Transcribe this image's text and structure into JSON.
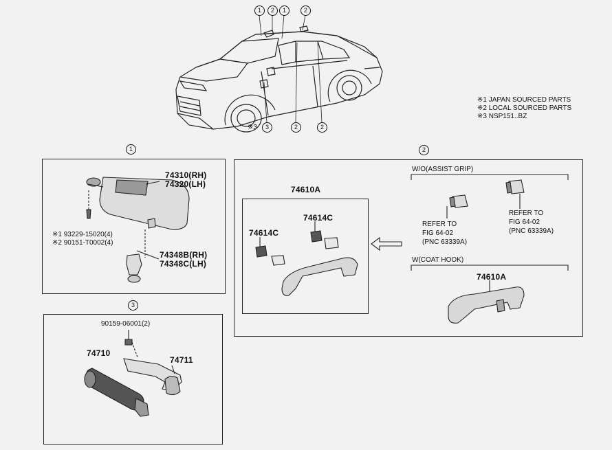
{
  "notes": [
    "※1 JAPAN SOURCED PARTS",
    "※2 LOCAL SOURCED PARTS",
    "※3 NSP151..BZ"
  ],
  "car_callouts": {
    "top": [
      "1",
      "2",
      "1",
      "2"
    ],
    "bottom_mark": "※3",
    "bottom": [
      "3",
      "2",
      "2"
    ]
  },
  "section1": {
    "marker": "1",
    "visor_rh": "74310(RH)",
    "visor_lh": "74320(LH)",
    "screw_1": "※1 93229-15020(4)",
    "screw_2": "※2 90151-T0002(4)",
    "holder_rh": "74348B(RH)",
    "holder_lh": "74348C(LH)"
  },
  "section2": {
    "marker": "2",
    "grip_part": "74610A",
    "clip_left": "74614C",
    "clip_right": "74614C",
    "wo_title": "W/O(ASSIST GRIP)",
    "refer_a": [
      "REFER TO",
      "FIG 64-02",
      "(PNC 63339A)"
    ],
    "refer_b": [
      "REFER TO",
      "FIG 64-02",
      "(PNC 63339A)"
    ],
    "w_title": "W(COAT HOOK)",
    "hook_part": "74610A"
  },
  "section3": {
    "marker": "3",
    "bolt": "90159-06001(2)",
    "extinguisher": "74710",
    "bracket": "74711"
  }
}
